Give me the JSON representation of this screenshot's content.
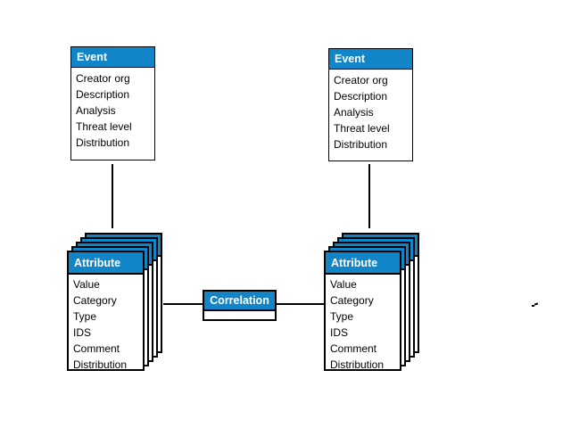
{
  "colors": {
    "header_blue": "#1185c8",
    "border": "#000000",
    "background": "#ffffff",
    "header_text": "#ffffff",
    "body_text": "#000000"
  },
  "entities": {
    "event": {
      "title": "Event",
      "fields": [
        "Creator org",
        "Description",
        "Analysis",
        "Threat level",
        "Distribution"
      ]
    },
    "attribute": {
      "title": "Attribute",
      "stack_count": 5,
      "fields": [
        "Value",
        "Category",
        "Type",
        "IDS",
        "Comment",
        "Distribution"
      ]
    },
    "correlation": {
      "title": "Correlation"
    }
  }
}
